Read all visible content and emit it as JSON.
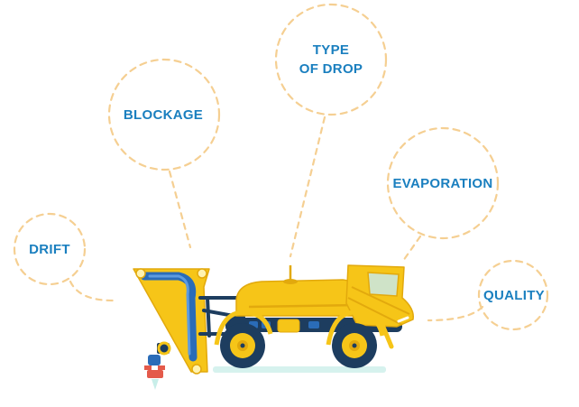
{
  "colors": {
    "label": "#1a7fbf",
    "dashed_line": "#f5cf92",
    "body_yellow": "#f6c518",
    "body_yellow_dark": "#e2a90d",
    "frame_navy": "#1d3d5f",
    "frame_blue": "#2a6cb8",
    "nozzle_red": "#e45a4a",
    "ground": "#d6f2ee"
  },
  "labels": {
    "type_of_drop_line1": "TYPE",
    "type_of_drop_line2": "OF DROP",
    "blockage": "BLOCKAGE",
    "evaporation": "EVAPORATION",
    "drift": "DRIFT",
    "quality": "QUALITY"
  },
  "icons": {
    "machine": "agricultural-sprayer-tractor"
  }
}
